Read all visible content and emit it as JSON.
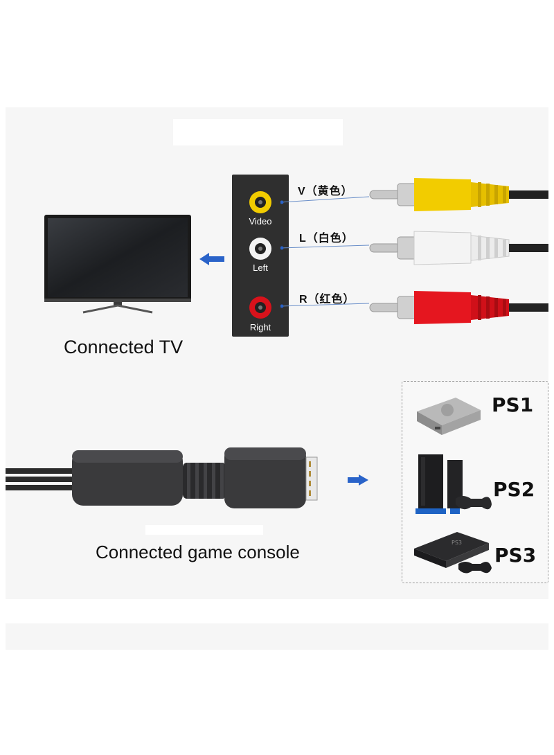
{
  "tv_caption": "Connected TV",
  "console_caption": "Connected game console",
  "jack_panel": {
    "jacks": [
      {
        "label": "Video",
        "color": "#f2cc00"
      },
      {
        "label": "Left",
        "color": "#ffffff"
      },
      {
        "label": "Right",
        "color": "#d8121b"
      }
    ]
  },
  "plugs": [
    {
      "label": "V（黄色）",
      "color": "#f2cc00"
    },
    {
      "label": "L（白色）",
      "color": "#f4f4f4"
    },
    {
      "label": "R（红色）",
      "color": "#e5161f"
    }
  ],
  "consoles": [
    {
      "label": "PS1",
      "icon": "ps1-console-icon"
    },
    {
      "label": "PS2",
      "icon": "ps2-console-icon"
    },
    {
      "label": "PS3",
      "icon": "ps3-console-icon"
    }
  ],
  "colors": {
    "arrow": "#2a63c9",
    "panel_bg": "#f6f6f6",
    "cable": "#2b2b2b"
  }
}
